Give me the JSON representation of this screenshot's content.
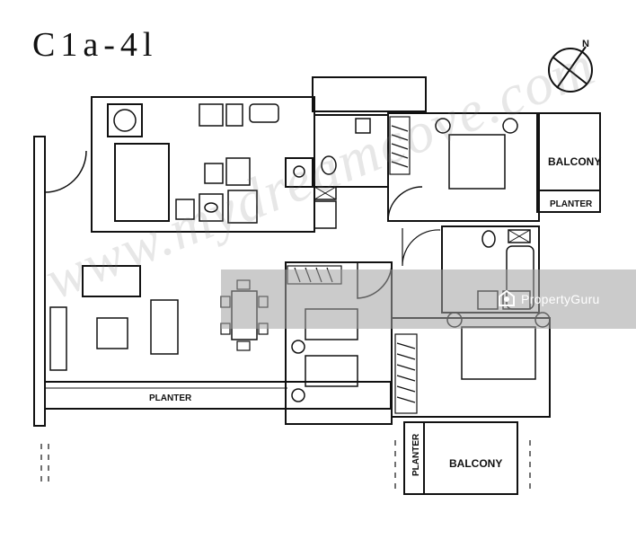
{
  "title": "C1a-4l",
  "labels": {
    "balcony_top": "BALCONY",
    "planter_top": "PLANTER",
    "planter_main": "PLANTER",
    "planter_bottom": "PLANTER",
    "balcony_bottom": "BALCONY"
  },
  "compass": {
    "north_label": "N"
  },
  "watermark": {
    "site": "www.mydreamcove.com",
    "brand": "PropertyGuru"
  }
}
